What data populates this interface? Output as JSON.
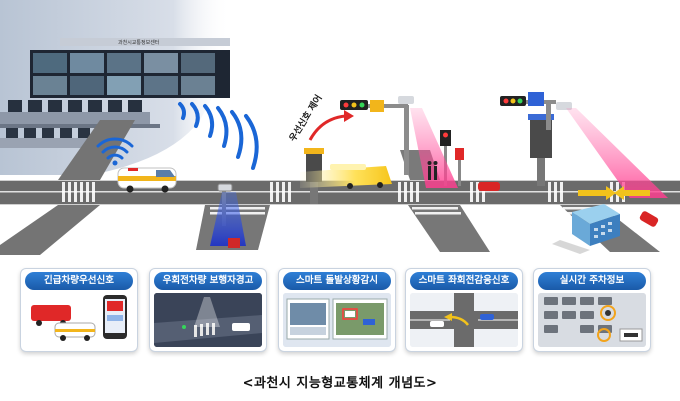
{
  "control_room": {
    "sign": "과천시교통정보센터"
  },
  "annotation": {
    "priority_signal": "우선신호 제어"
  },
  "cards": [
    {
      "label": "긴급차량우선신호"
    },
    {
      "label": "우회전차량 보행자경고"
    },
    {
      "label": "스마트 돌발상황감시"
    },
    {
      "label": "스마트 좌회전감응신호"
    },
    {
      "label": "실시간 주차정보"
    }
  ],
  "caption": "<과천시 지능형교통체계 개념도>",
  "colors": {
    "road": "#6e6e6e",
    "road_dark": "#5a5a5a",
    "lane_mark": "#ffffff",
    "card_header": "#1f6cc0",
    "wave": "#1a66d6",
    "detection_pink": "#ff5fa0",
    "detection_blue": "#2b4fd8",
    "arrow_red": "#e02828",
    "arrow_yellow": "#f2c21b"
  },
  "icons": [
    "wifi-icon",
    "signal-wave-icon",
    "traffic-light-icon",
    "cctv-camera-icon",
    "ambulance-icon",
    "parking-icon"
  ]
}
